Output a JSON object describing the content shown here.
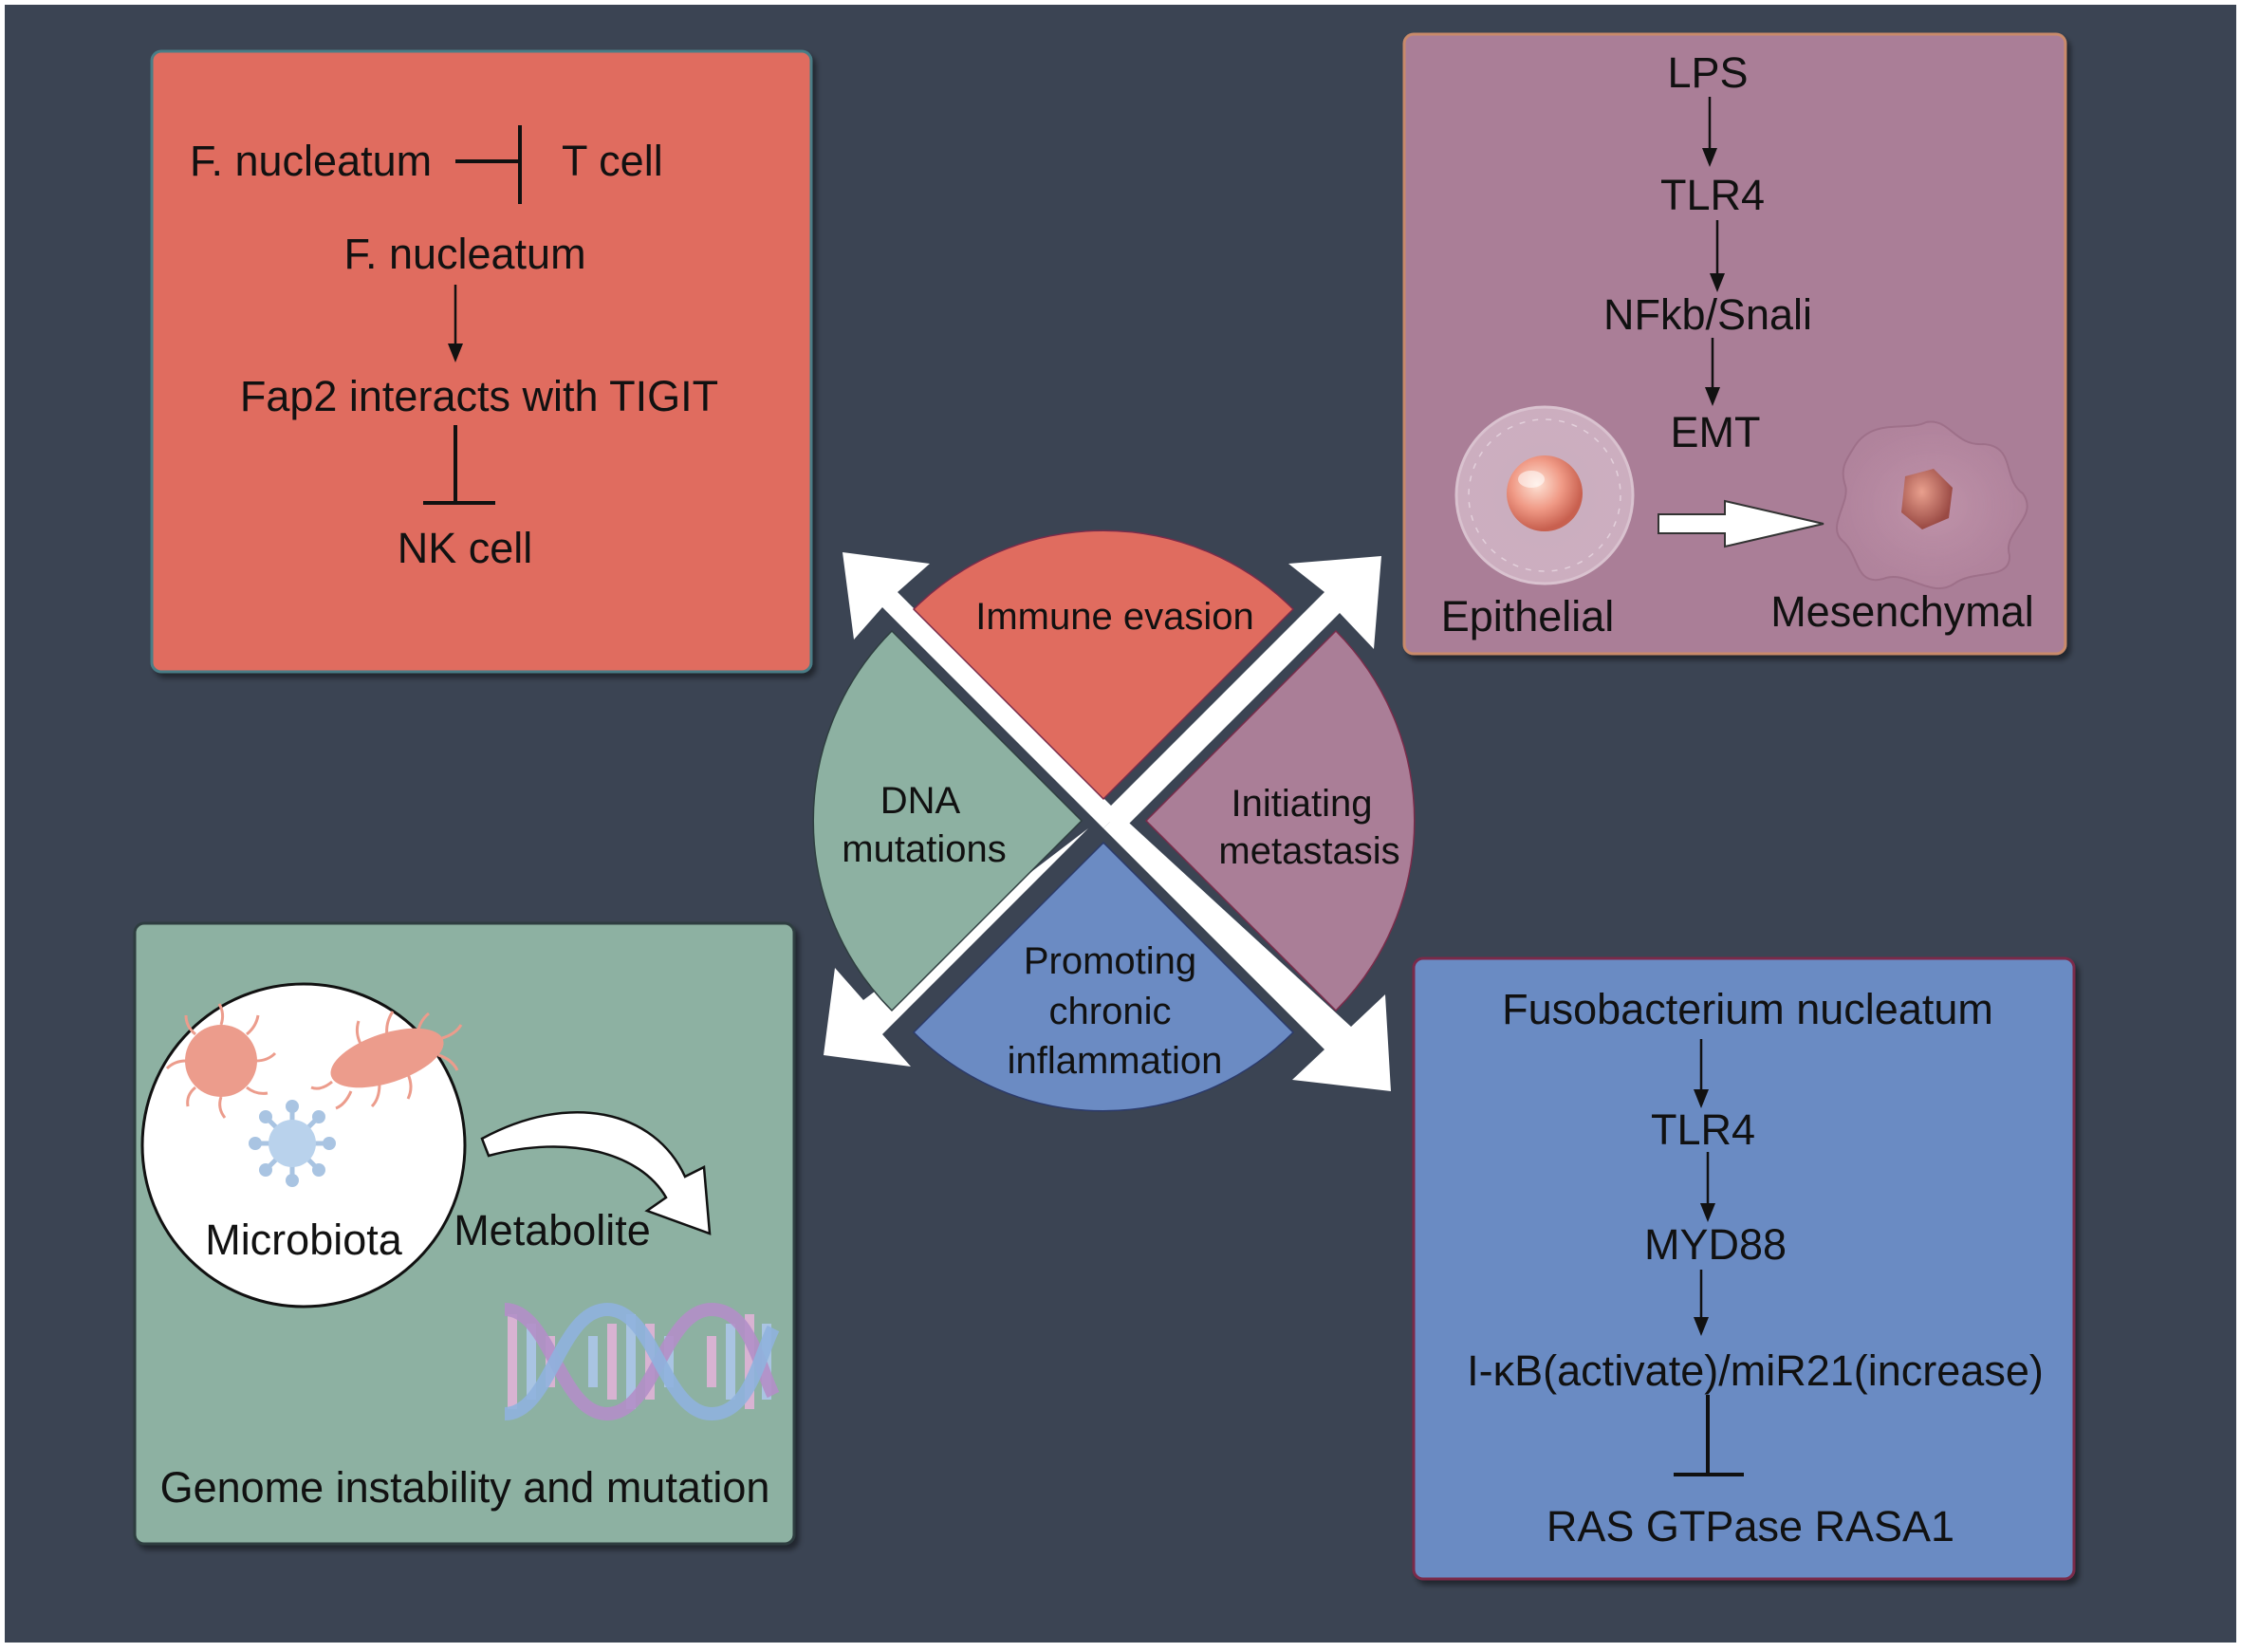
{
  "colors": {
    "background": "#3b4453",
    "immune": "#e06c5f",
    "metastasis": "#aa7e97",
    "dna": "#8db1a2",
    "inflammation": "#6b8bc3",
    "arrow_fill": "#ffffff"
  },
  "center": {
    "immune_evasion": "Immune evasion",
    "dna_mutations": [
      "DNA",
      "mutations"
    ],
    "initiating_metastasis": [
      "Initiating",
      "metastasis"
    ],
    "chronic_inflammation": [
      "Promoting",
      "chronic",
      "inflammation"
    ]
  },
  "immune_box": {
    "fn_top": "F. nucleatum",
    "t_cell": "T cell",
    "fn_mid": "F. nucleatum",
    "fap2": "Fap2 interacts with TIGIT",
    "nk_cell": "NK cell"
  },
  "metastasis_box": {
    "lps": "LPS",
    "tlr4": "TLR4",
    "nfkb": "NFkb/Snali",
    "emt": "EMT",
    "epithelial": "Epithelial",
    "mesenchymal": "Mesenchymal",
    "cell_icons": [
      "epithelial-cell-icon",
      "mesenchymal-cell-icon"
    ]
  },
  "dna_box": {
    "microbiota": "Microbiota",
    "metabolite": "Metabolite",
    "genome": "Genome instability and mutation",
    "icons": [
      "bacteria-icon",
      "virus-icon",
      "dna-helix-icon",
      "curved-arrow-icon"
    ]
  },
  "inflammation_box": {
    "fuso": "Fusobacterium nucleatum",
    "tlr4": "TLR4",
    "myd88": "MYD88",
    "ikb": "I-κB(activate)/miR21(increase)",
    "ras": "RAS GTPase RASA1"
  }
}
